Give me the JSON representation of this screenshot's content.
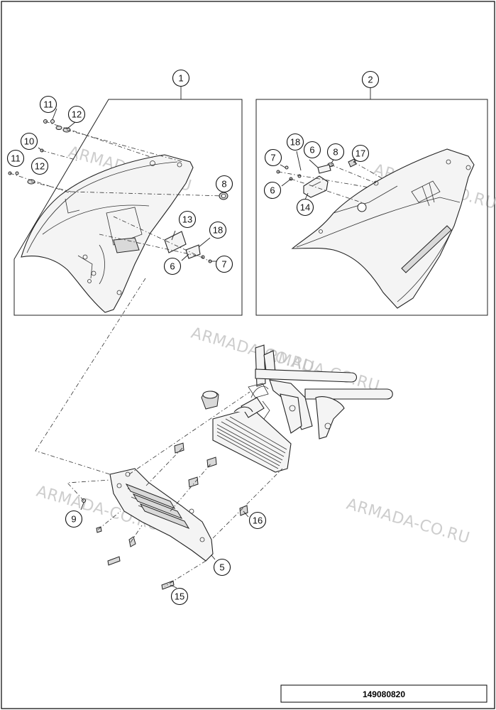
{
  "callouts": [
    {
      "id": "c1",
      "label": "1"
    },
    {
      "id": "c2",
      "label": "2"
    },
    {
      "id": "c11a",
      "label": "11"
    },
    {
      "id": "c12a",
      "label": "12"
    },
    {
      "id": "c10",
      "label": "10"
    },
    {
      "id": "c11b",
      "label": "11"
    },
    {
      "id": "c12b",
      "label": "12"
    },
    {
      "id": "c8a",
      "label": "8"
    },
    {
      "id": "c13",
      "label": "13"
    },
    {
      "id": "c18a",
      "label": "18"
    },
    {
      "id": "c6a",
      "label": "6"
    },
    {
      "id": "c7a",
      "label": "7"
    },
    {
      "id": "c18b",
      "label": "18"
    },
    {
      "id": "c6b",
      "label": "6"
    },
    {
      "id": "c8b",
      "label": "8"
    },
    {
      "id": "c17",
      "label": "17"
    },
    {
      "id": "c7b",
      "label": "7"
    },
    {
      "id": "c6c",
      "label": "6"
    },
    {
      "id": "c14",
      "label": "14"
    },
    {
      "id": "c9",
      "label": "9"
    },
    {
      "id": "c16",
      "label": "16"
    },
    {
      "id": "c5",
      "label": "5"
    },
    {
      "id": "c15",
      "label": "15"
    }
  ],
  "watermarks": [
    "ARMADA-CO.RU",
    "ARMADA-CO.RU",
    "ARMADA-CO.RU",
    "ARMADA-CO.RU",
    "ARMADA-CO.RU",
    "ARMADA-CO.RU"
  ],
  "document_number": "149080820"
}
